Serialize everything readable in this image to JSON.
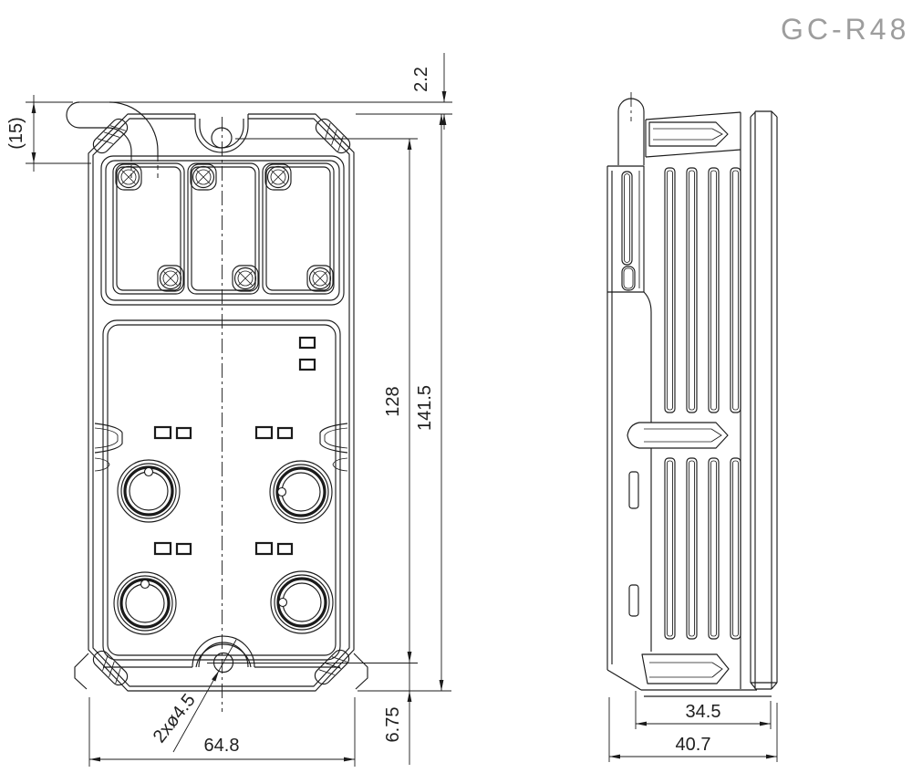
{
  "title": "GC-R48",
  "front_view": {
    "dims": {
      "hook_height": "(15)",
      "top_gap": "2.2",
      "hole_pitch": "128",
      "overall_height": "141.5",
      "hole_bottom_offset": "6.75",
      "width": "64.8",
      "mount_hole_callout": "2xø4.5"
    }
  },
  "side_view": {
    "dims": {
      "body_width": "34.5",
      "overall_width": "40.7"
    }
  },
  "colors": {
    "line": "#1b1b1b",
    "title_gray": "#9d9d9d",
    "background": "#ffffff"
  }
}
